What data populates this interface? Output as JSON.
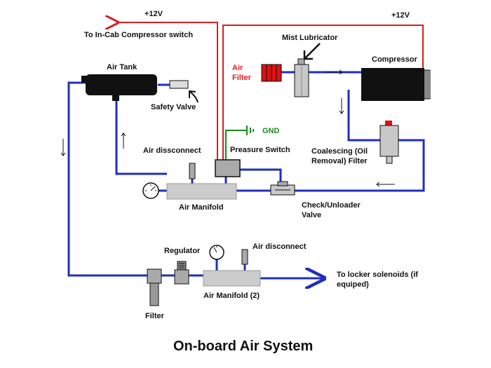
{
  "labels": {
    "plus12v_left": "+12V",
    "plus12v_right": "+12V",
    "in_cab_switch": "To In-Cab Compressor switch",
    "mist_lubricator": "Mist Lubricator",
    "air_filter_1": "Air",
    "air_filter_2": "Filter",
    "compressor": "Compressor",
    "air_tank": "Air Tank",
    "safety_valve": "Safety Valve",
    "gnd": "GND",
    "air_disconnect_top": "Air dissconnect",
    "pressure_switch": "Preasure Switch",
    "coalescing_1": "Coalescing (Oil",
    "coalescing_2": "Removal) Filter",
    "air_manifold": "Air Manifold",
    "check_unloader_1": "Check/Unloader",
    "check_unloader_2": "Valve",
    "regulator": "Regulator",
    "air_disconnect_bottom": "Air disconnect",
    "locker_1": "To locker solenoids (if",
    "locker_2": "equiped)",
    "air_manifold_2": "Air Manifold (2)",
    "filter": "Filter",
    "title": "On-board Air System"
  },
  "colors": {
    "air_line": "#1f2fbf",
    "power_line": "#d42020",
    "ground_line": "#1a8a1a",
    "component_dark": "#111111",
    "manifold": "#cccccc",
    "air_filter": "#e01010"
  }
}
